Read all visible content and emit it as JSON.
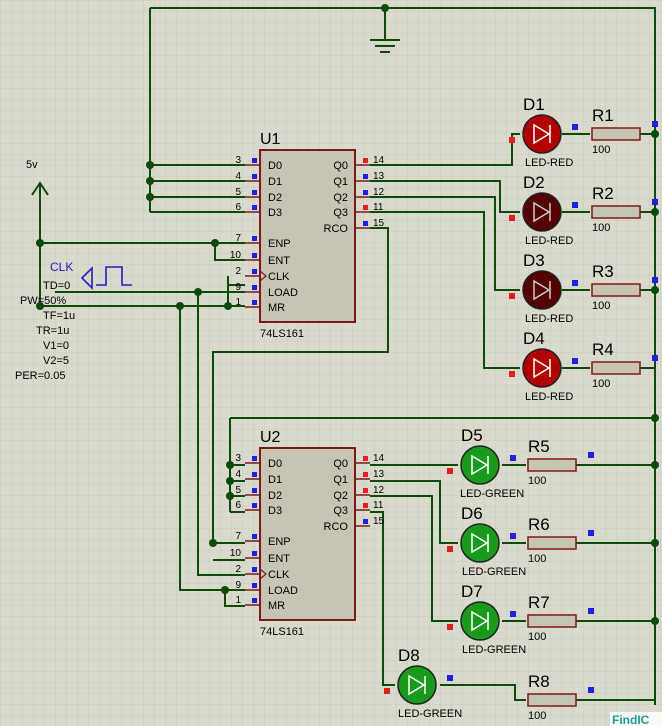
{
  "colors": {
    "background": "#d9d9cc",
    "grid": "#bfbfb3",
    "wire": "#0b4a0b",
    "chip_fill": "#c8c4b4",
    "chip_border": "#7a1a1a",
    "pin_red": "#e02020",
    "pin_blue": "#2020e0",
    "led_red": "#b00000",
    "led_red_dark": "#550000",
    "led_green": "#1a9a1a",
    "text": "#000000",
    "label_blue": "#2020c0"
  },
  "source": {
    "label": "5v"
  },
  "clock": {
    "name": "CLK",
    "params": [
      "TD=0",
      "PW=50%",
      "TF=1u",
      "TR=1u",
      "V1=0",
      "V2=5",
      "PER=0.05"
    ]
  },
  "chips": [
    {
      "ref": "U1",
      "part": "74LS161",
      "left_pins": [
        {
          "num": "3",
          "name": "D0"
        },
        {
          "num": "4",
          "name": "D1"
        },
        {
          "num": "5",
          "name": "D2"
        },
        {
          "num": "6",
          "name": "D3"
        },
        {
          "num": "7",
          "name": "ENP"
        },
        {
          "num": "10",
          "name": "ENT"
        },
        {
          "num": "2",
          "name": "CLK"
        },
        {
          "num": "9",
          "name": "LOAD"
        },
        {
          "num": "1",
          "name": "MR"
        }
      ],
      "right_pins": [
        {
          "num": "14",
          "name": "Q0"
        },
        {
          "num": "13",
          "name": "Q1"
        },
        {
          "num": "12",
          "name": "Q2"
        },
        {
          "num": "11",
          "name": "Q3"
        },
        {
          "num": "15",
          "name": "RCO"
        }
      ]
    },
    {
      "ref": "U2",
      "part": "74LS161",
      "left_pins": [
        {
          "num": "3",
          "name": "D0"
        },
        {
          "num": "4",
          "name": "D1"
        },
        {
          "num": "5",
          "name": "D2"
        },
        {
          "num": "6",
          "name": "D3"
        },
        {
          "num": "7",
          "name": "ENP"
        },
        {
          "num": "10",
          "name": "ENT"
        },
        {
          "num": "2",
          "name": "CLK"
        },
        {
          "num": "9",
          "name": "LOAD"
        },
        {
          "num": "1",
          "name": "MR"
        }
      ],
      "right_pins": [
        {
          "num": "14",
          "name": "Q0"
        },
        {
          "num": "13",
          "name": "Q1"
        },
        {
          "num": "12",
          "name": "Q2"
        },
        {
          "num": "11",
          "name": "Q3"
        },
        {
          "num": "15",
          "name": "RCO"
        }
      ]
    }
  ],
  "leds": [
    {
      "ref": "D1",
      "type": "LED-RED",
      "state": "on"
    },
    {
      "ref": "D2",
      "type": "LED-RED",
      "state": "off"
    },
    {
      "ref": "D3",
      "type": "LED-RED",
      "state": "off"
    },
    {
      "ref": "D4",
      "type": "LED-RED",
      "state": "on"
    },
    {
      "ref": "D5",
      "type": "LED-GREEN",
      "state": "on"
    },
    {
      "ref": "D6",
      "type": "LED-GREEN",
      "state": "on"
    },
    {
      "ref": "D7",
      "type": "LED-GREEN",
      "state": "on"
    },
    {
      "ref": "D8",
      "type": "LED-GREEN",
      "state": "on"
    }
  ],
  "resistors": [
    {
      "ref": "R1",
      "value": "100"
    },
    {
      "ref": "R2",
      "value": "100"
    },
    {
      "ref": "R3",
      "value": "100"
    },
    {
      "ref": "R4",
      "value": "100"
    },
    {
      "ref": "R5",
      "value": "100"
    },
    {
      "ref": "R6",
      "value": "100"
    },
    {
      "ref": "R7",
      "value": "100"
    },
    {
      "ref": "R8",
      "value": "100"
    }
  ],
  "watermark": {
    "text": "FindIC"
  }
}
